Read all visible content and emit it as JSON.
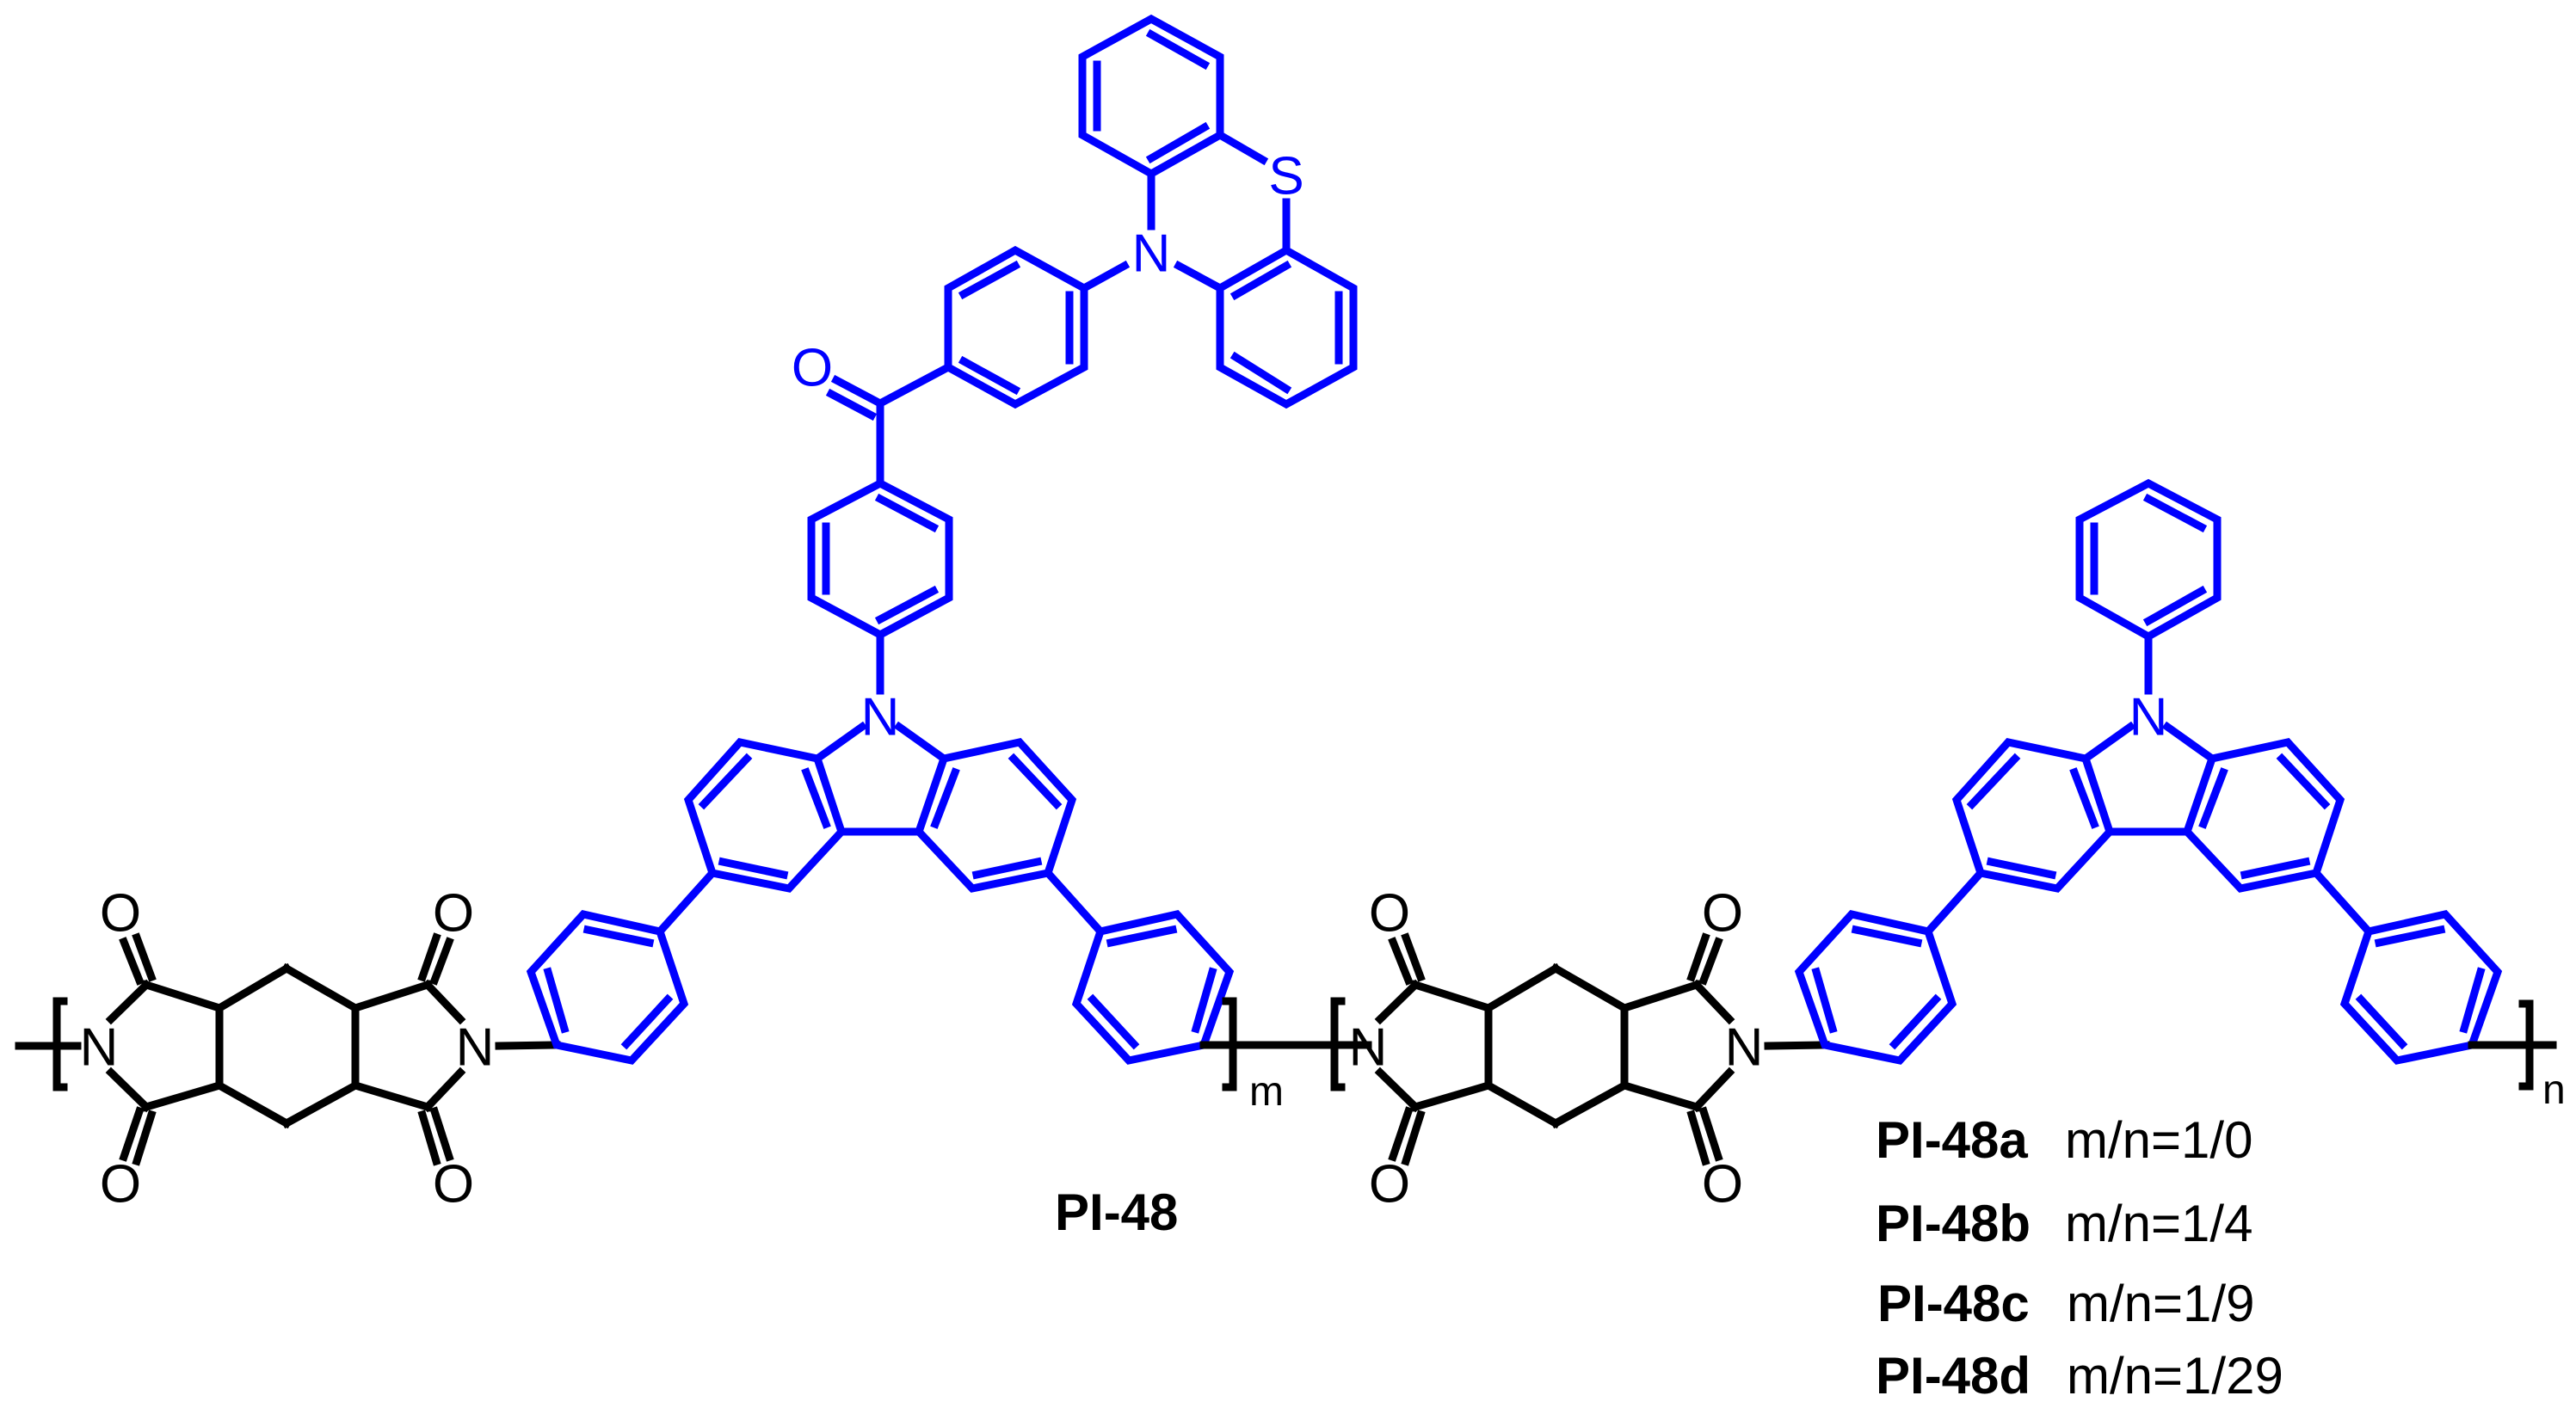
{
  "figure": {
    "type": "chemical-structure",
    "compound_label": "PI-48",
    "colors": {
      "backbone": "#000000",
      "donor_units": "#0000ff",
      "background": "#ffffff"
    },
    "atoms": {
      "nitrogen": "N",
      "oxygen": "O",
      "sulfur": "S"
    },
    "repeat_units": {
      "first_subscript": "m",
      "second_subscript": "n"
    },
    "variants": [
      {
        "name": "PI-48a",
        "ratio": "m/n=1/0"
      },
      {
        "name": "PI-48b",
        "ratio": "m/n=1/4"
      },
      {
        "name": "PI-48c",
        "ratio": "m/n=1/9"
      },
      {
        "name": "PI-48d",
        "ratio": "m/n=1/29"
      }
    ]
  }
}
